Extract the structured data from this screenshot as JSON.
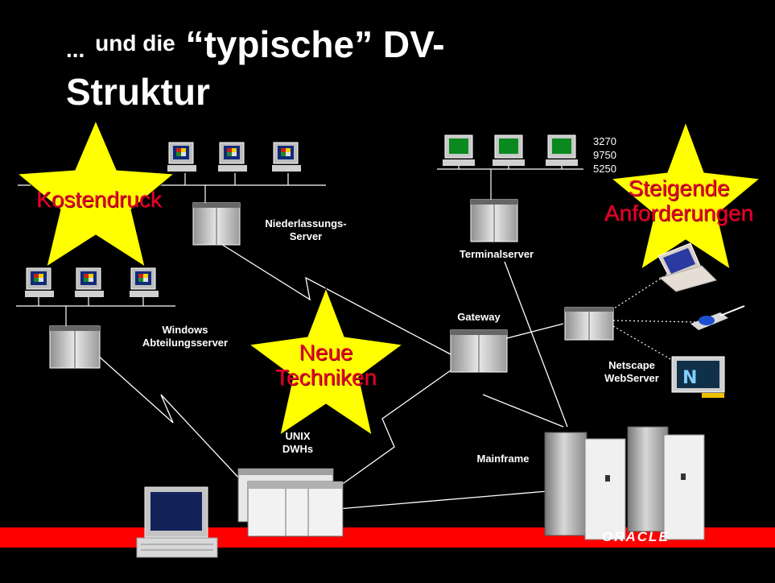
{
  "slide": {
    "title_dots": "...",
    "title_small": "und die",
    "title_big_1": "“typische” DV-",
    "title_big_2": "Struktur"
  },
  "labels": {
    "niederlassungs": "Niederlassungs-\nServer",
    "windows": "Windows\nAbteilungsserver",
    "terminal": "Terminalserver",
    "gateway": "Gateway",
    "netscape": "Netscape\nWebServer",
    "unix": "UNIX\nDWHs",
    "mainframe": "Mainframe"
  },
  "terminal_codes": [
    "3270",
    "9750",
    "5250"
  ],
  "stars": {
    "kostendruck": "Kostendruck",
    "steigende": "Steigende\nAnforderungen",
    "neue": "Neue\nTechniken"
  },
  "footer": {
    "brand": "ORACLE"
  },
  "colors": {
    "star_fill": "#ffff00",
    "star_text": "#e8002a",
    "bar": "#ff0000",
    "background": "#000000"
  }
}
